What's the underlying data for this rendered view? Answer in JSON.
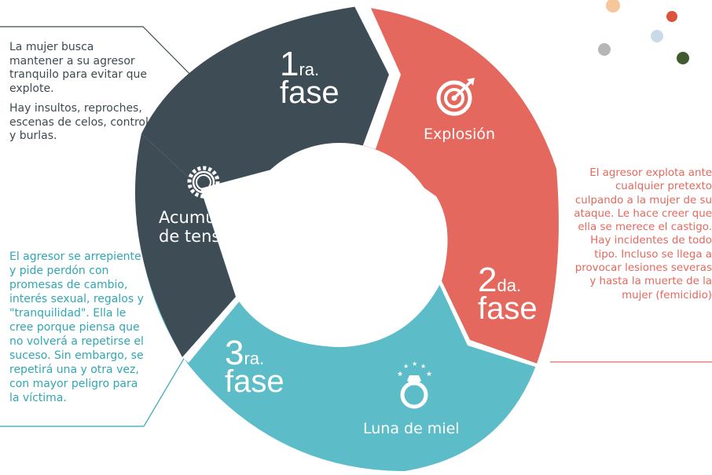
{
  "left_top_text": {
    "p1": "La mujer busca mantener a su agresor tranquilo para evitar que explote.",
    "p2": "Hay insultos, reproches, escenas de celos, control y burlas."
  },
  "left_bottom_text": "El agresor se arrepiente y pide perdón con promesas de cambio, interés sexual, regalos y \"tranquilidad\". Ella le cree porque piensa que no volverá a repetirse el suceso. Sin embargo, se repetirá una y otra vez, con mayor peligro para la víctima.",
  "right_text": "El agresor explota ante cualquier pretexto culpando a la mujer de su ataque. Le hace creer que ella se merece el castigo. Hay incidentes de todo tipo. Incluso se llega a provocar lesiones severas y hasta la muerte de la mujer (femicidio)",
  "phases": {
    "p1": {
      "num": "1",
      "suffix": "ra.",
      "word": "fase",
      "label_line1": "Acumulación",
      "label_line2": "de tensión",
      "icon": "gear-icon"
    },
    "p2": {
      "num": "2",
      "suffix": "da.",
      "word": "fase",
      "label": "Explosión",
      "icon": "target-icon"
    },
    "p3": {
      "num": "3",
      "suffix": "ra.",
      "word": "fase",
      "label": "Luna de miel",
      "icon": "ring-icon"
    }
  },
  "colors": {
    "phase1": "#3e4d55",
    "phase2": "#e4685d",
    "phase3": "#5cbdc9",
    "dark_text": "#3e4a4f",
    "teal_text": "#2fa7b5",
    "red_text": "#e4685d"
  },
  "decorative_dots": [
    "#f6c79a",
    "#d9533d",
    "#c9d9e8",
    "#b6b6b6",
    "#3f5a2c"
  ]
}
